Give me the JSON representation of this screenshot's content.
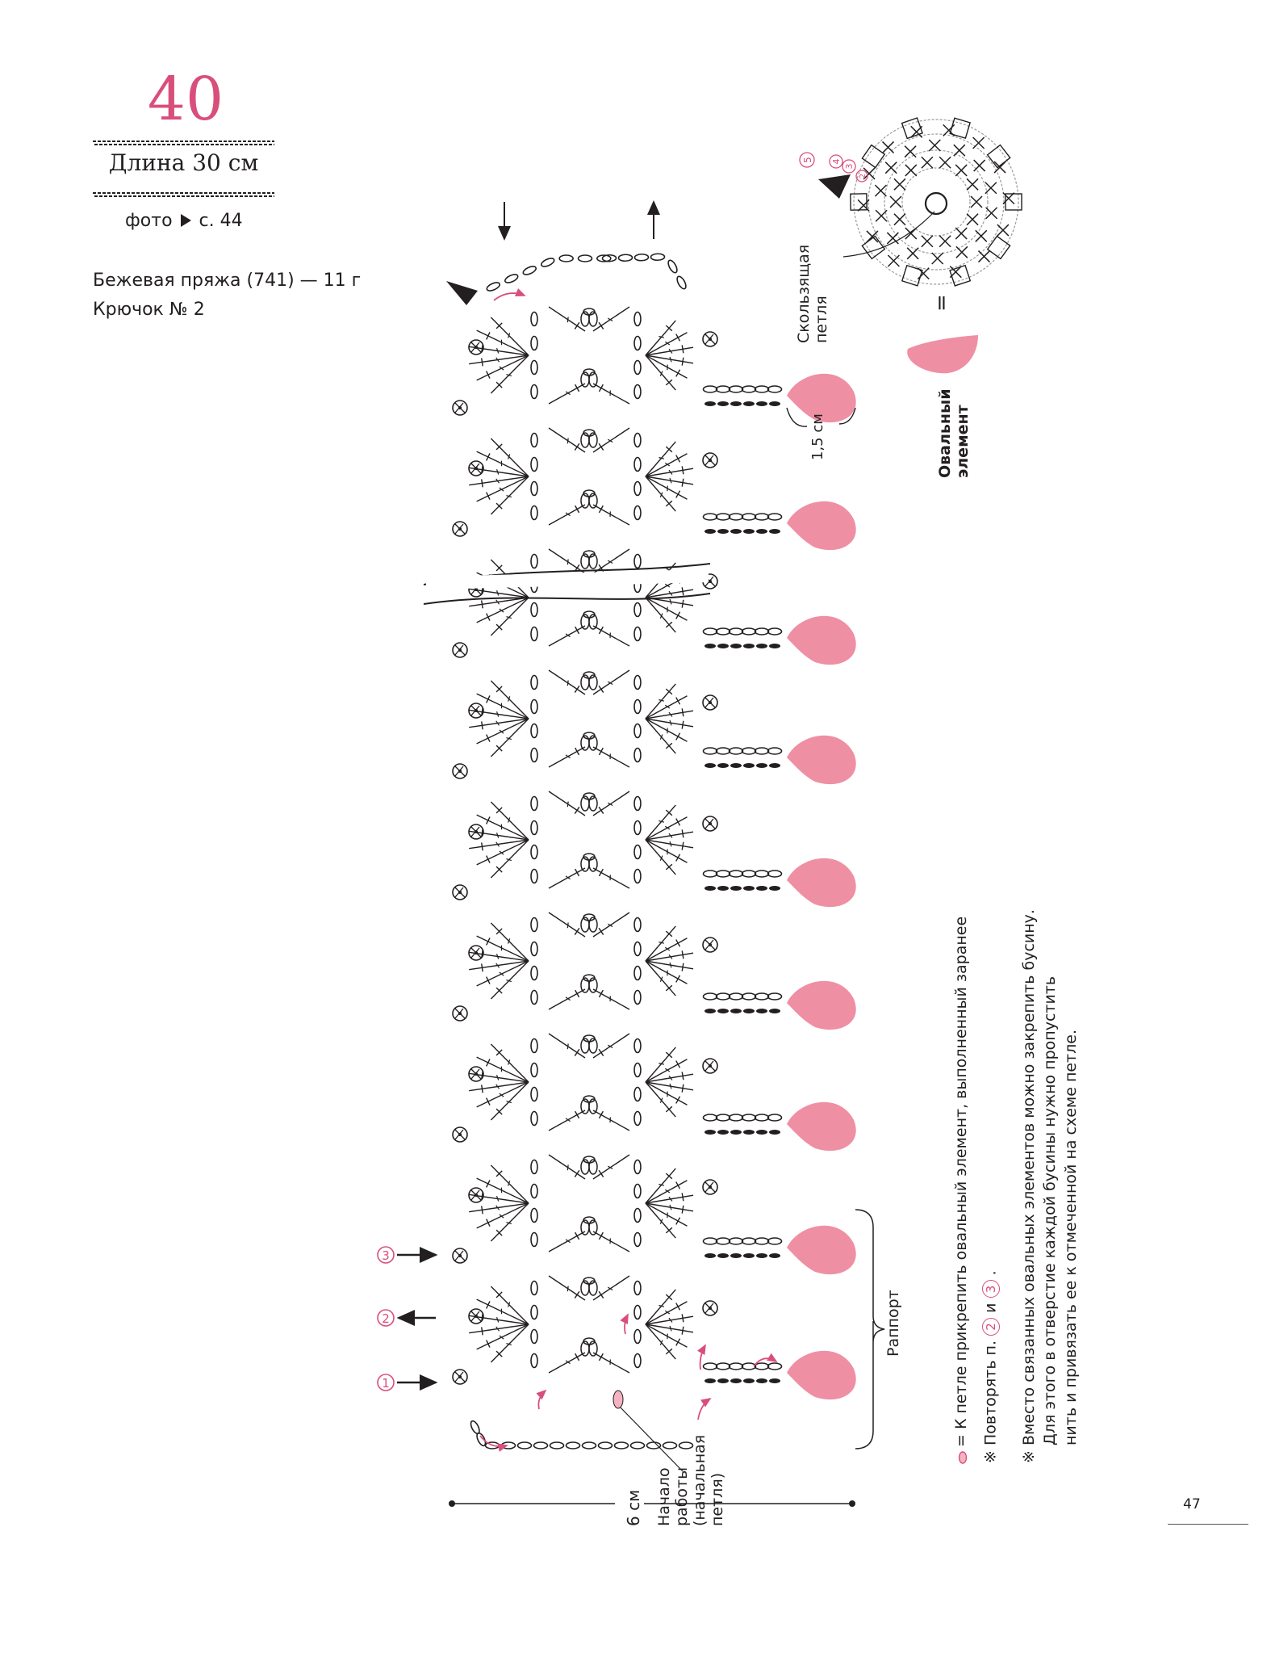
{
  "header": {
    "pattern_number": "40",
    "length": "Длина 30 см",
    "photo_ref": "фото",
    "photo_page": "с. 44"
  },
  "materials": {
    "yarn": "Бежевая пряжа (741) — 11 г",
    "hook": "Крючок № 2"
  },
  "diagram": {
    "row_markers": [
      "1",
      "2",
      "3"
    ],
    "motif_rounds": [
      "5",
      "4",
      "3",
      "2"
    ],
    "width_label": "6 см",
    "start_label": [
      "Начало",
      "работы",
      "(начальная",
      "петля)"
    ],
    "drop_size_label": "1,5 см",
    "repeat_label": "Раппорт",
    "slip_loop_label": [
      "Скользящая",
      "петля"
    ],
    "oval_element_label": [
      "Овальный",
      "элемент"
    ],
    "equals": "="
  },
  "notes": {
    "note1": "= К петле прикрепить овальный элемент, выполненный заранее",
    "note2_prefix": "※ Повторять п.",
    "note2_a": "2",
    "note2_and": "и",
    "note2_b": "3",
    "note2_suffix": ".",
    "note3_line1": "※ Вместо связанных овальных элементов можно закрепить бусину.",
    "note3_line2": "Для этого в отверстие каждой бусины нужно пропустить",
    "note3_line3": "нить и привязать ее к отмеченной на схеме петле."
  },
  "page_number": "47",
  "colors": {
    "accent": "#d94f7b",
    "drop": "#ef8fa3",
    "ink": "#231f20"
  }
}
